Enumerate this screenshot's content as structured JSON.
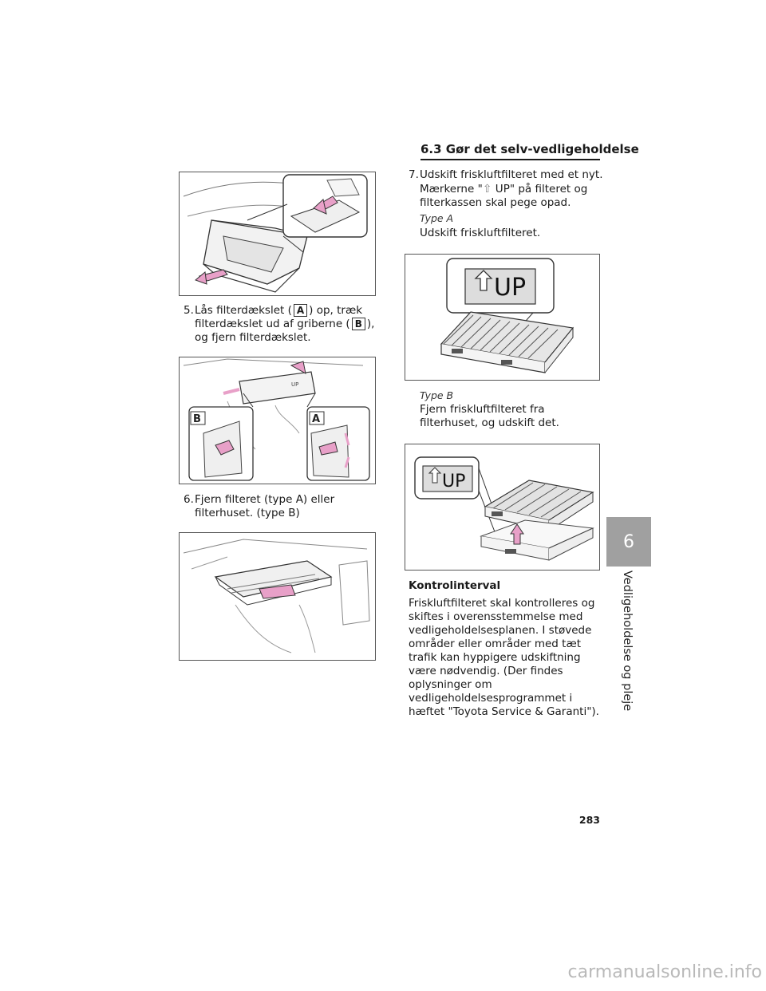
{
  "header": {
    "section_title": "6.3 Gør det selv-vedligeholdelse"
  },
  "steps": {
    "step5": {
      "num": "5.",
      "part1": "Lås filterdækslet (",
      "label_a": "A",
      "part2": ") op, træk filterdækslet ud af griberne (",
      "label_b": "B",
      "part3": "), og fjern filterdækslet."
    },
    "step6": {
      "num": "6.",
      "text": "Fjern filteret (type A) eller filterhuset. (type B)"
    },
    "step7": {
      "num": "7.",
      "text": "Udskift friskluftfilteret med et nyt.",
      "note_part1": "Mærkerne \"",
      "up_arrow": "⇧",
      "note_part2": " UP\" på filteret og filterkassen skal pege opad."
    }
  },
  "type_a": {
    "label": "Type A",
    "text": "Udskift friskluftfilteret."
  },
  "type_b": {
    "label": "Type B",
    "text": "Fjern friskluftfilteret fra filterhuset, og udskift det."
  },
  "figure_labels": {
    "callout_a": "A",
    "callout_b": "B",
    "up_mark": "UP"
  },
  "kontrol": {
    "heading": "Kontrolinterval",
    "text": "Friskluftfilteret skal kontrolleres og skiftes i overensstemmelse med vedligeholdelsesplanen. I støvede områder eller områder med tæt trafik kan hyppigere udskiftning være nødvendig. (Der findes oplysninger om vedligeholdelsesprogrammet i hæftet \"Toyota Service & Garanti\")."
  },
  "side_tab": {
    "number": "6",
    "label": "Vedligeholdelse og pleje"
  },
  "page_number": "283",
  "watermark": "carmanualsonline.info",
  "colors": {
    "arrow_pink": "#e8a0c8",
    "tab_gray": "#a0a0a0"
  }
}
